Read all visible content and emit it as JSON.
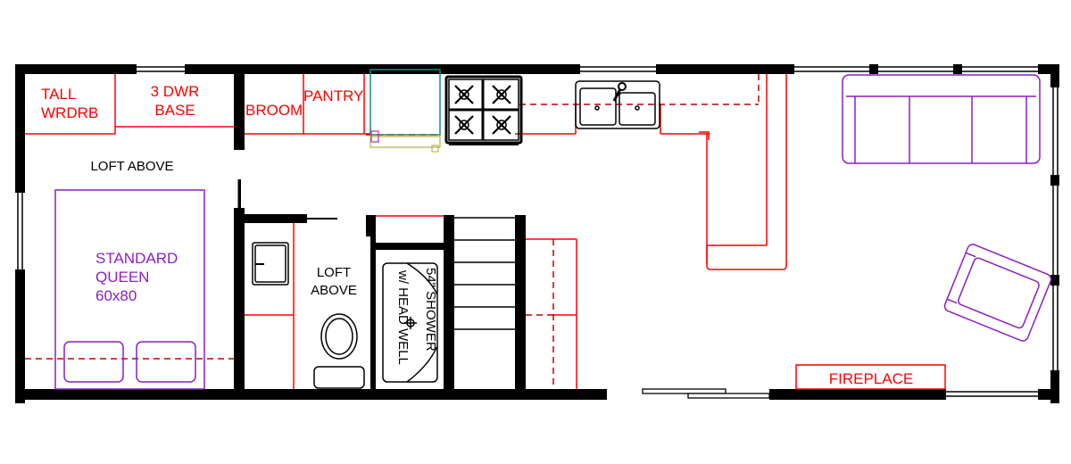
{
  "plan": {
    "colors": {
      "wall": "#000000",
      "cabinet": "#ff0000",
      "cabinet_hidden": "#c00000",
      "furniture": "#8a1fc2",
      "fridge": "#1a8a8a",
      "fridge_handle": "#b8b84a"
    },
    "cabinets": {
      "tall_wardrobe_line1": "TALL",
      "tall_wardrobe_line2": "WRDRB",
      "drawer_base_line1": "3 DWR",
      "drawer_base_line2": "BASE",
      "broom": "BROOM",
      "pantry": "PANTRY"
    },
    "bedroom": {
      "loft_label": "LOFT ABOVE",
      "bed_line1": "STANDARD",
      "bed_line2": "QUEEN",
      "bed_line3": "60x80"
    },
    "bathroom": {
      "loft_line1": "LOFT",
      "loft_line2": "ABOVE",
      "shower_line1": "54\" SHOWER",
      "shower_line2": "w/ HEAD WELL"
    },
    "living": {
      "fireplace": "FIREPLACE"
    }
  }
}
